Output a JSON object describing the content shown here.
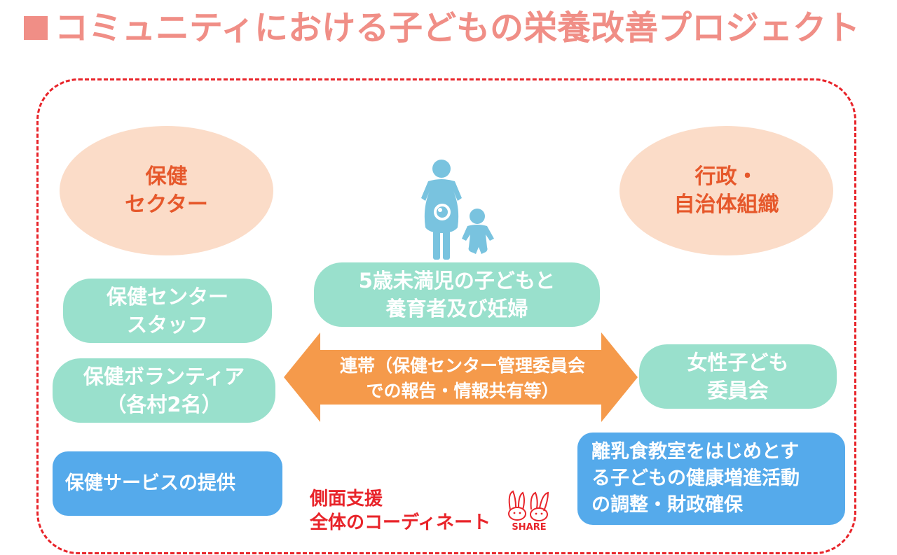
{
  "title": {
    "square": "■",
    "text": "コミュニティにおける子どもの栄養改善プロジェクト",
    "color": "#f08e86"
  },
  "colors": {
    "frame": "#e8242a",
    "ellipse_fill": "#fbdcc8",
    "ellipse_text": "#e6582b",
    "teal": "#99e0cc",
    "blue": "#55aaeb",
    "orange": "#f59a4b",
    "person": "#79c3df",
    "red_text": "#e8242a"
  },
  "sectors": {
    "health": [
      "保健",
      "セクター"
    ],
    "government": [
      "行政・",
      "自治体組織"
    ]
  },
  "target_group": [
    "5歳未満児の子どもと",
    "養育者及び妊婦"
  ],
  "health_staff": [
    "保健センター",
    "スタッフ"
  ],
  "health_volunteer": [
    "保健ボランティア",
    "（各村2名）"
  ],
  "health_service": [
    "保健サービスの提供"
  ],
  "women_children_committee": [
    "女性子ども",
    "委員会"
  ],
  "weaning_activity": [
    "離乳食教室をはじめとす",
    "る子どもの健康増進活動",
    "の調整・財政確保"
  ],
  "cooperation_arrow": [
    "連帯（保健センター管理委員会",
    "での報告・情報共有等）"
  ],
  "side_support": [
    "側面支援",
    "全体のコーディネート"
  ],
  "logo": {
    "icon": "share-rabbits-logo",
    "text": "SHARE"
  }
}
